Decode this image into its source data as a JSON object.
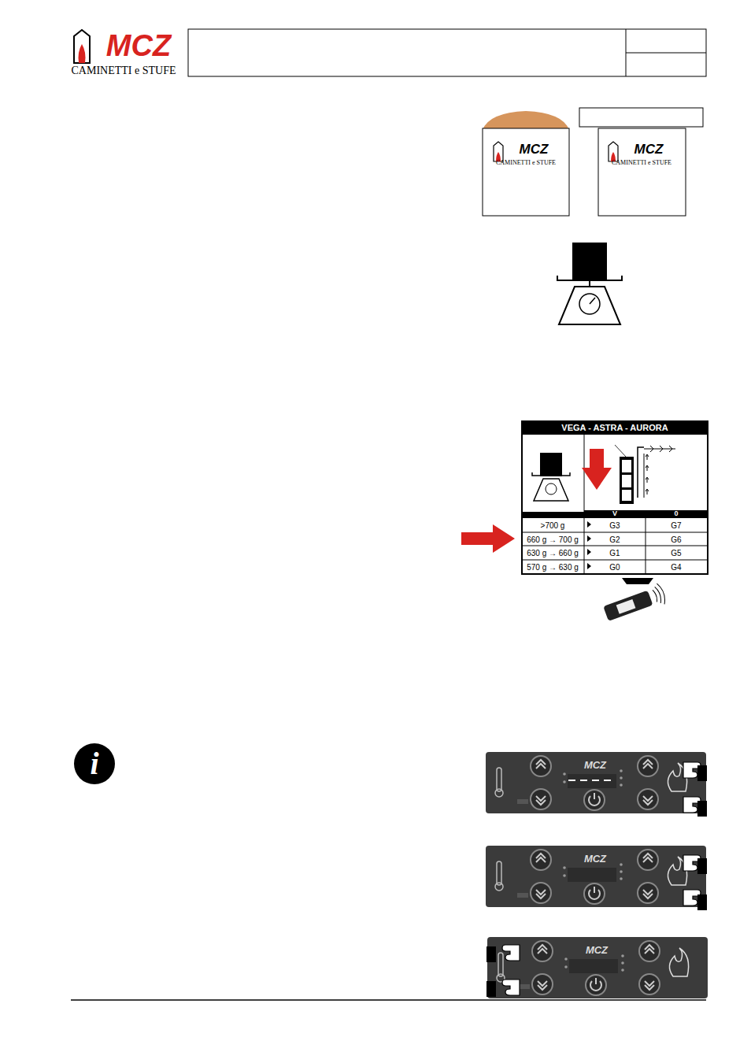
{
  "diagram": {
    "nodes": [
      {
        "text": [
          "VEGA - ASTRA - AURORA"
        ]
      }
    ],
    "labels": [
      "MCZ",
      "CAMINETTI e STUFE",
      "MCZ",
      "CAMINETTI e STUFE",
      "MCZ",
      "CAMINETTI e STUFE",
      "V",
      "0",
      ">700 g",
      "G3",
      "G7",
      "660 g → 700 g",
      "G2",
      "G6",
      "630 g → 660 g",
      "G1",
      "G5",
      "570 g → 630 g",
      "G0",
      "G4",
      "i",
      "MCZ",
      "MCZ",
      "MCZ"
    ]
  }
}
